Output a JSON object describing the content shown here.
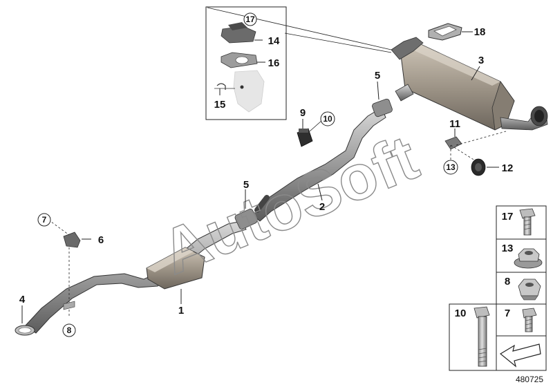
{
  "watermark": "AutoSoft",
  "diagram_id": "480725",
  "callouts": {
    "p1": "1",
    "p2": "2",
    "p3": "3",
    "p4": "4",
    "p5a": "5",
    "p5b": "5",
    "p6": "6",
    "p9": "9",
    "p11": "11",
    "p12": "12",
    "p14": "14",
    "p15": "15",
    "p16": "16",
    "p18": "18"
  },
  "circled_callouts": {
    "c7": "7",
    "c8": "8",
    "c10": "10",
    "c13": "13",
    "c17": "17"
  },
  "parts_table": {
    "r1": "17",
    "r2": "13",
    "r3": "8",
    "r4": "7",
    "r5": "10"
  },
  "icons": [
    "bolt-icon",
    "flange-nut-icon",
    "hex-nut-icon",
    "short-bolt-icon",
    "long-bolt-icon",
    "arrow-icon"
  ]
}
